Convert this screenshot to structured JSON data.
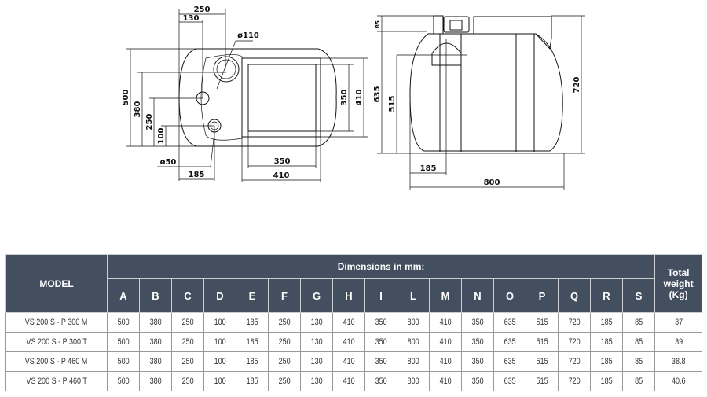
{
  "drawing": {
    "top_view": {
      "dim_250_top": "250",
      "dim_130": "130",
      "dia_110": "ø110",
      "dim_500": "500",
      "dim_380": "380",
      "dim_250_left": "250",
      "dim_100": "100",
      "dia_50": "ø50",
      "dim_185": "185",
      "dim_350_bottom": "350",
      "dim_410_bottom": "410",
      "dim_350_right": "350",
      "dim_410_right": "410"
    },
    "side_view": {
      "dim_85": "85",
      "dim_635": "635",
      "dim_515": "515",
      "dim_720": "720",
      "dim_185": "185",
      "dim_800": "800"
    }
  },
  "table": {
    "model_header": "MODEL",
    "dimensions_header": "Dimensions in mm:",
    "weight_header": "Total weight (Kg)",
    "columns": [
      "A",
      "B",
      "C",
      "D",
      "E",
      "F",
      "G",
      "H",
      "I",
      "L",
      "M",
      "N",
      "O",
      "P",
      "Q",
      "R",
      "S"
    ],
    "rows": [
      {
        "model": "VS 200 S - P 300 M",
        "values": [
          "500",
          "380",
          "250",
          "100",
          "185",
          "250",
          "130",
          "410",
          "350",
          "800",
          "410",
          "350",
          "635",
          "515",
          "720",
          "185",
          "85"
        ],
        "weight": "37"
      },
      {
        "model": "VS 200 S - P 300 T",
        "values": [
          "500",
          "380",
          "250",
          "100",
          "185",
          "250",
          "130",
          "410",
          "350",
          "800",
          "410",
          "350",
          "635",
          "515",
          "720",
          "185",
          "85"
        ],
        "weight": "39"
      },
      {
        "model": "VS 200 S - P 460 M",
        "values": [
          "500",
          "380",
          "250",
          "100",
          "185",
          "250",
          "130",
          "410",
          "350",
          "800",
          "410",
          "350",
          "635",
          "515",
          "720",
          "185",
          "85"
        ],
        "weight": "38.8"
      },
      {
        "model": "VS 200 S - P 460 T",
        "values": [
          "500",
          "380",
          "250",
          "100",
          "185",
          "250",
          "130",
          "410",
          "350",
          "800",
          "410",
          "350",
          "635",
          "515",
          "720",
          "185",
          "85"
        ],
        "weight": "40.6"
      }
    ]
  }
}
